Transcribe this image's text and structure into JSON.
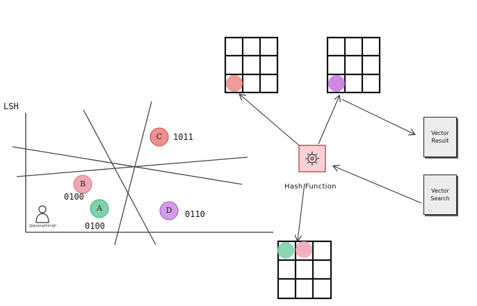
{
  "title": "LSH",
  "points": [
    {
      "letter": "C",
      "code": "1011",
      "color": "#f08f8f"
    },
    {
      "letter": "B",
      "code": "0100",
      "color": "#f2a6b8"
    },
    {
      "letter": "A",
      "code": "0100",
      "color": "#7fd3a8"
    },
    {
      "letter": "D",
      "code": "0110",
      "color": "#d69be8"
    }
  ],
  "hash": {
    "label": "Hash Function",
    "icon": "gear-icon"
  },
  "boxes": {
    "result": {
      "line1": "Vector",
      "line2": "Result"
    },
    "search": {
      "line1": "Vector",
      "line2": "Search"
    }
  },
  "watermark": "@guangzhengli",
  "colors": {
    "red": "#f08f8f",
    "pink": "#f2a6b8",
    "green": "#7fd3a8",
    "purple": "#c77be0"
  }
}
